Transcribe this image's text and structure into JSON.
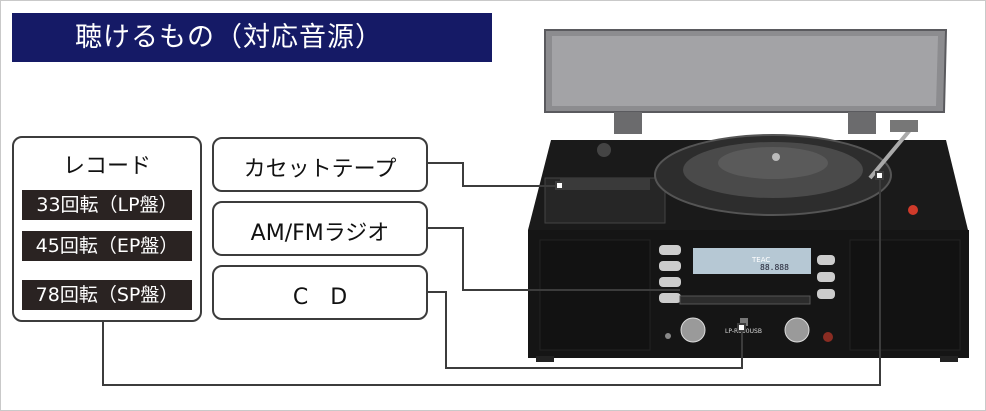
{
  "title": "聴けるもの（対応音源）",
  "record": {
    "heading": "レコード",
    "speeds": [
      "33回転（LP盤）",
      "45回転（EP盤）",
      "78回転（SP盤）"
    ]
  },
  "sources": {
    "cassette": "カセットテープ",
    "radio": "AM/FMラジオ",
    "cd": "C　D"
  },
  "device": {
    "brand": "TEAC",
    "display": "88.888",
    "model": "LP-R550USB"
  },
  "colors": {
    "title_bg": "#151a66",
    "pill_bg": "#2a2322",
    "device_body": "#151515"
  }
}
